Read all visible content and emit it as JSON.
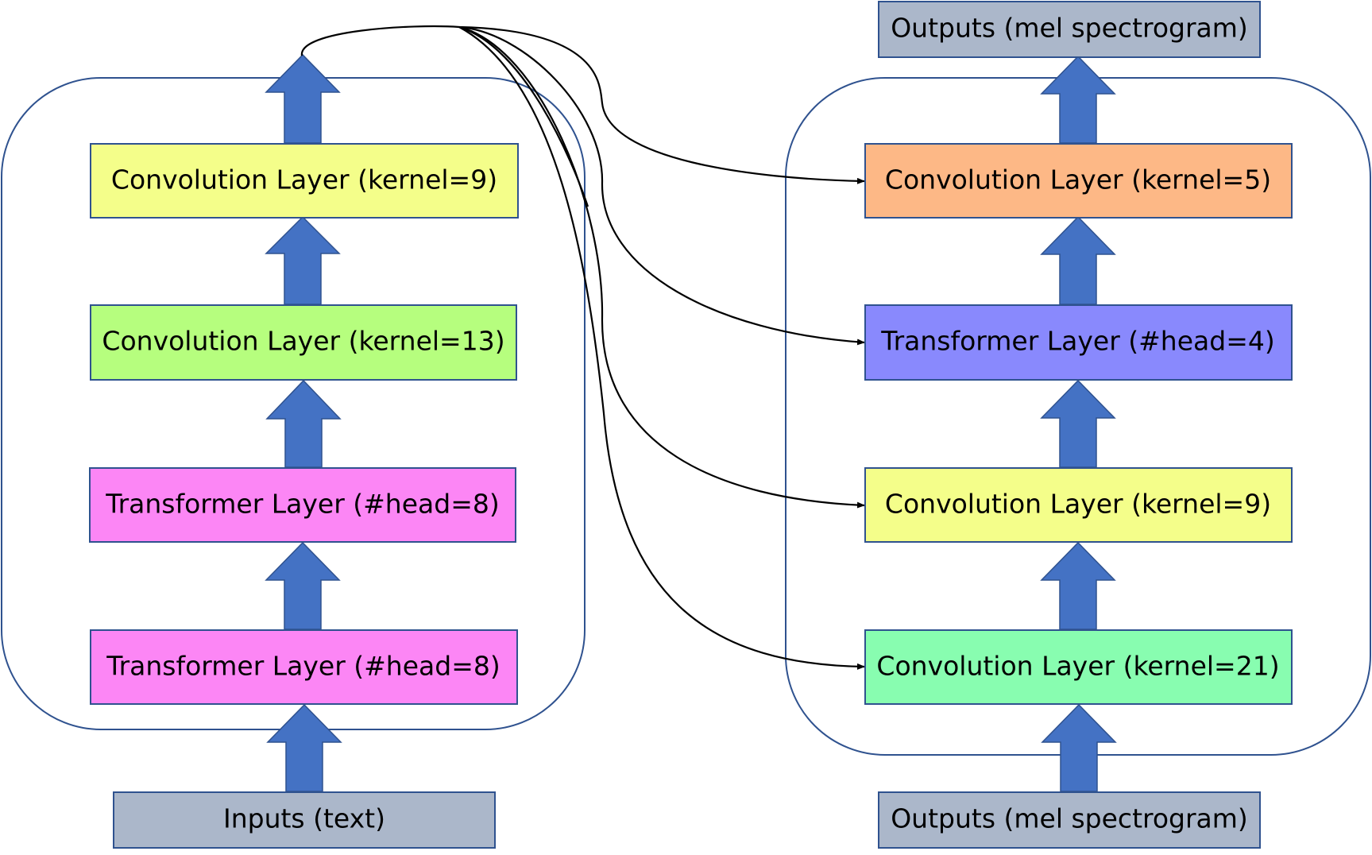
{
  "encoder": {
    "layers": [
      {
        "label": "Convolution Layer (kernel=9)",
        "color": "#F4FE8A"
      },
      {
        "label": "Convolution Layer (kernel=13)",
        "color": "#B6FE7E"
      },
      {
        "label": "Transformer Layer (#head=8)",
        "color": "#FC86F5"
      },
      {
        "label": "Transformer Layer (#head=8)",
        "color": "#FC86F5"
      }
    ],
    "input": {
      "label": "Inputs (text)",
      "color": "#ABB7CA"
    }
  },
  "decoder": {
    "layers": [
      {
        "label": "Convolution Layer (kernel=5)",
        "color": "#FDB886"
      },
      {
        "label": "Transformer Layer (#head=4)",
        "color": "#8989FD"
      },
      {
        "label": "Convolution Layer (kernel=9)",
        "color": "#F4FE8A"
      },
      {
        "label": "Convolution Layer (kernel=21)",
        "color": "#88FDB0"
      }
    ],
    "input": {
      "label": "Outputs (mel spectrogram)",
      "color": "#ABB7CA"
    },
    "output": {
      "label": "Outputs (mel spectrogram)",
      "color": "#ABB7CA"
    }
  },
  "colors": {
    "arrow": "#4472C4",
    "arrow_stroke": "#2F528F",
    "group_border": "#2F528F",
    "node_border": "#2F528F",
    "connector": "#000000"
  }
}
